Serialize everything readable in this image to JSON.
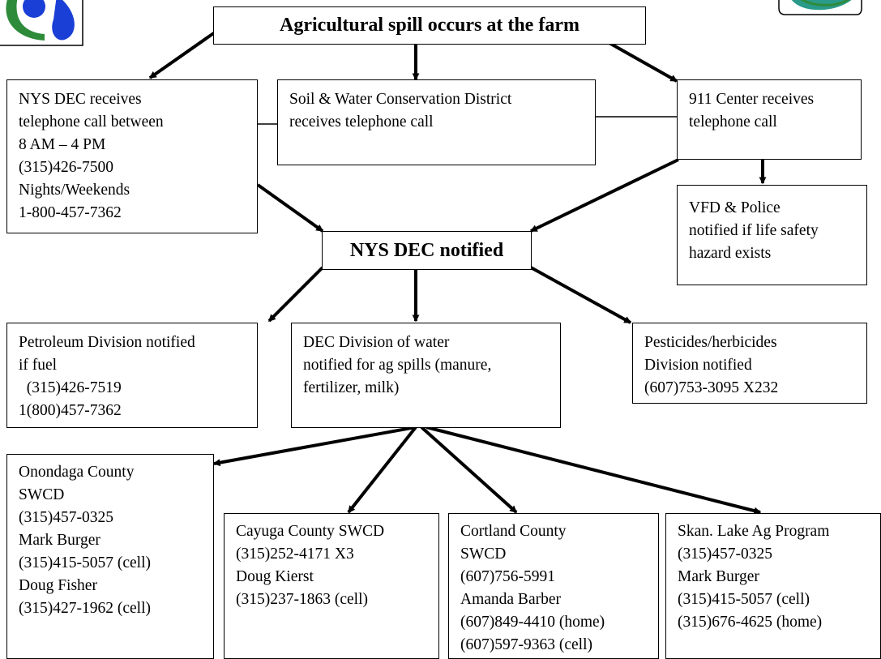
{
  "top": {
    "text": "Agricultural spill occurs at the farm"
  },
  "nys_dec_call": {
    "lines": [
      "NYS DEC receives",
      "telephone call between",
      "8 AM – 4 PM",
      "(315)426-7500",
      "Nights/Weekends",
      "1-800-457-7362"
    ]
  },
  "swcd_call": {
    "lines": [
      "Soil & Water Conservation District",
      "receives telephone call"
    ]
  },
  "center_911": {
    "lines": [
      "911 Center receives",
      "telephone call"
    ]
  },
  "vfd": {
    "lines": [
      "VFD & Police",
      "notified if life safety",
      "hazard exists"
    ]
  },
  "dec_notified": {
    "text": "NYS DEC notified"
  },
  "petroleum": {
    "lines": [
      "Petroleum Division notified",
      "if fuel",
      "  (315)426-7519",
      "1(800)457-7362"
    ]
  },
  "water": {
    "lines": [
      "DEC Division of water",
      "notified for ag spills (manure,",
      "fertilizer, milk)"
    ]
  },
  "pesticides": {
    "lines": [
      "Pesticides/herbicides",
      "Division notified",
      "(607)753-3095 X232"
    ]
  },
  "onondaga": {
    "lines": [
      "Onondaga County",
      "SWCD",
      "(315)457-0325",
      "Mark Burger",
      "(315)415-5057 (cell)",
      "Doug Fisher",
      "(315)427-1962 (cell)"
    ]
  },
  "cayuga": {
    "lines": [
      "Cayuga County SWCD",
      "(315)252-4171 X3",
      "Doug Kierst",
      "(315)237-1863 (cell)"
    ]
  },
  "cortland": {
    "lines": [
      "Cortland County",
      "SWCD",
      "(607)756-5991",
      "Amanda Barber",
      "(607)849-4410 (home)",
      "(607)597-9363 (cell)"
    ]
  },
  "skan": {
    "lines": [
      "Skan. Lake Ag Program",
      "(315)457-0325",
      "Mark Burger",
      "(315)415-5057 (cell)",
      "(315)676-4625 (home)"
    ]
  },
  "colors": {
    "logo_blue": "#1a3fd6",
    "logo_green": "#2e8b3a",
    "logo_teal": "#2a9a8a"
  }
}
